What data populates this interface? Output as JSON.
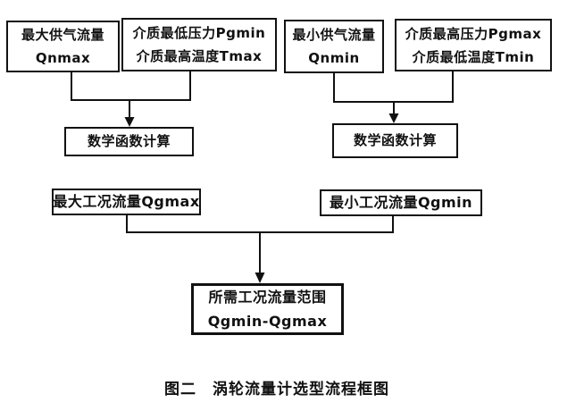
{
  "diagram": {
    "type": "flowchart",
    "caption": "图二　涡轮流量计选型流程框图",
    "nodes": {
      "qnmax": {
        "line1": "最大供气流量",
        "line2": "Qnmax"
      },
      "pgmin_tmax": {
        "line1": "介质最低压力Pgmin",
        "line2": "介质最高温度Tmax"
      },
      "qnmin": {
        "line1": "最小供气流量",
        "line2": "Qnmin"
      },
      "pgmax_tmin": {
        "line1": "介质最高压力Pgmax",
        "line2": "介质最低温度Tmin"
      },
      "calc_left": {
        "label": "数学函数计算"
      },
      "calc_right": {
        "label": "数学函数计算"
      },
      "qgmax": {
        "label": "最大工况流量Qgmax"
      },
      "qgmin": {
        "label": "最小工况流量Qgmin"
      },
      "result": {
        "line1": "所需工况流量范围",
        "line2": "Qgmin-Qgmax"
      }
    },
    "colors": {
      "line": "#111111",
      "text": "#111111",
      "background": "#ffffff"
    }
  }
}
